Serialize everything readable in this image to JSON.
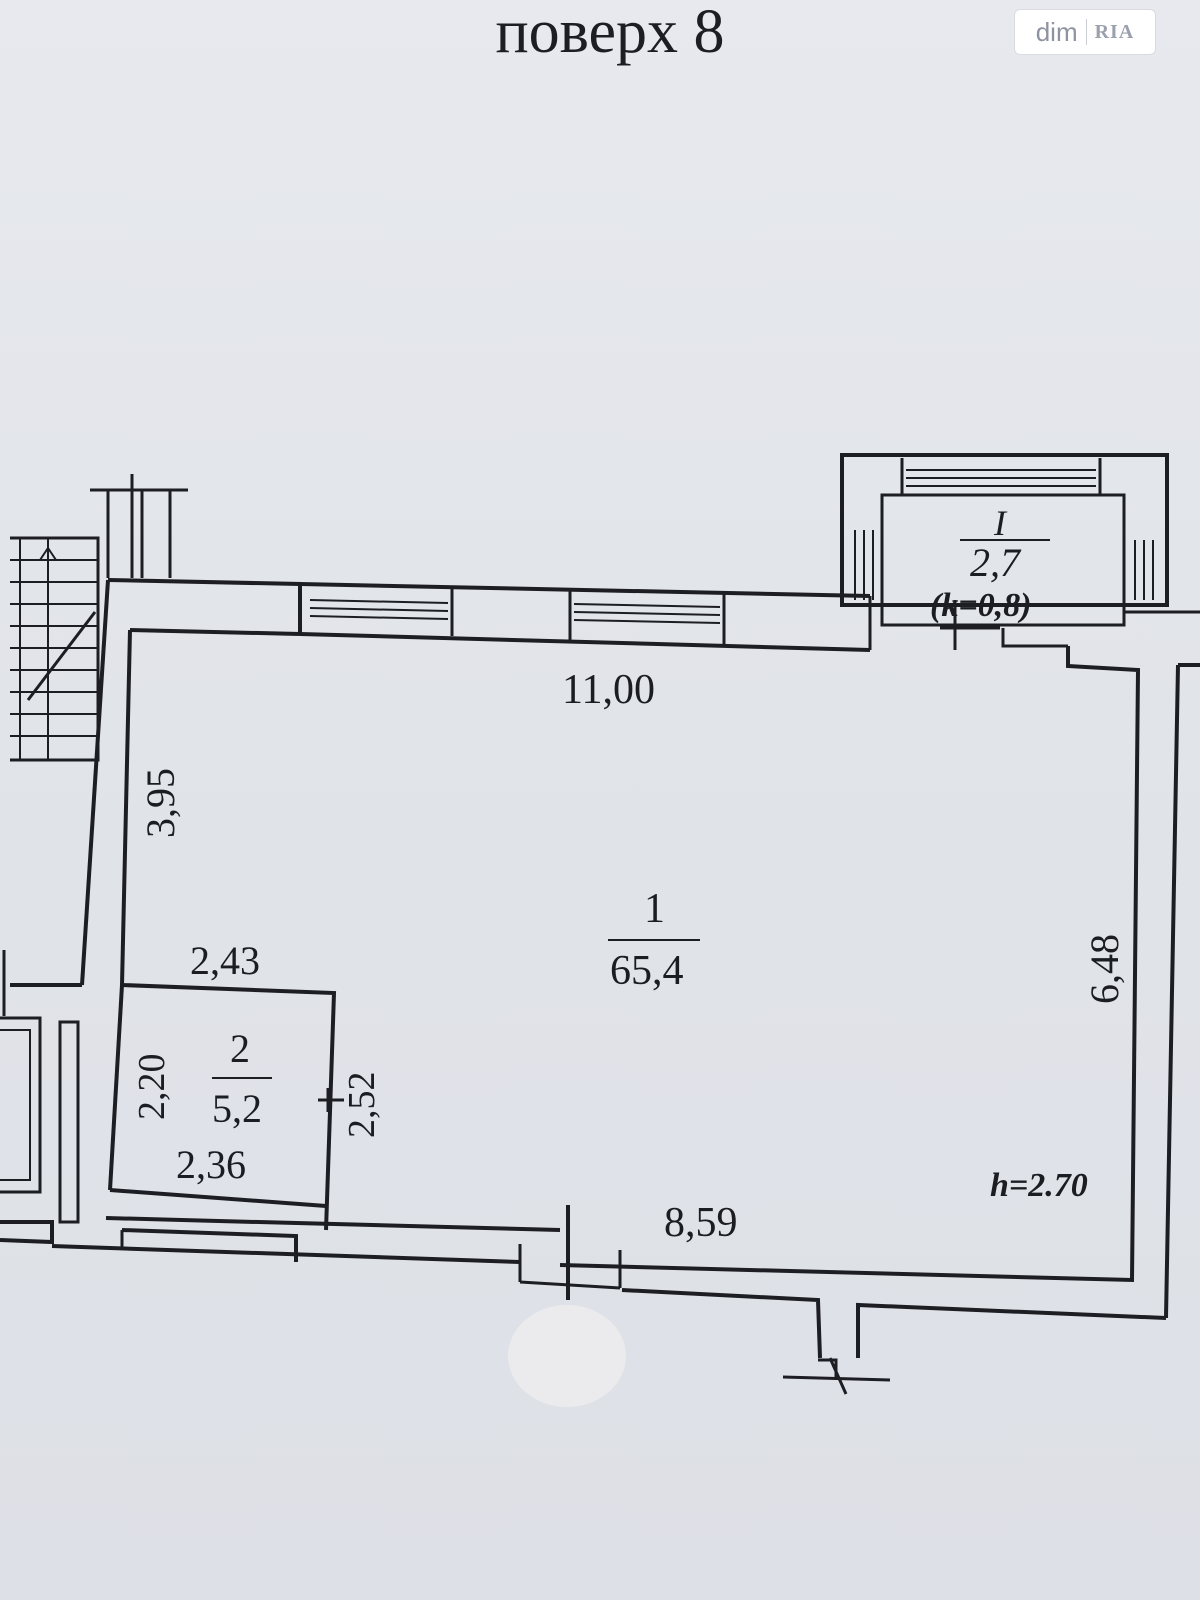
{
  "header": {
    "floor_label": "поверх 8"
  },
  "watermark": {
    "brand_dim": "dim",
    "brand_ria": "RIA"
  },
  "rooms": [
    {
      "number": "1",
      "area": "65,4"
    },
    {
      "number": "2",
      "area": "5,2"
    },
    {
      "number": "I",
      "area": "2,7",
      "note": "(k=0,8)"
    }
  ],
  "dimensions": {
    "top_wall": "11,00",
    "left_wall": "3,95",
    "right_wall": "6,48",
    "bottom_wall": "8,59",
    "room2_top": "2,43",
    "room2_bottom": "2,36",
    "room2_left": "2,20",
    "room2_right": "2,52"
  },
  "ceiling_height": "h=2.70",
  "colors": {
    "paper": "#e2e5ea",
    "ink": "#1d1e24"
  }
}
